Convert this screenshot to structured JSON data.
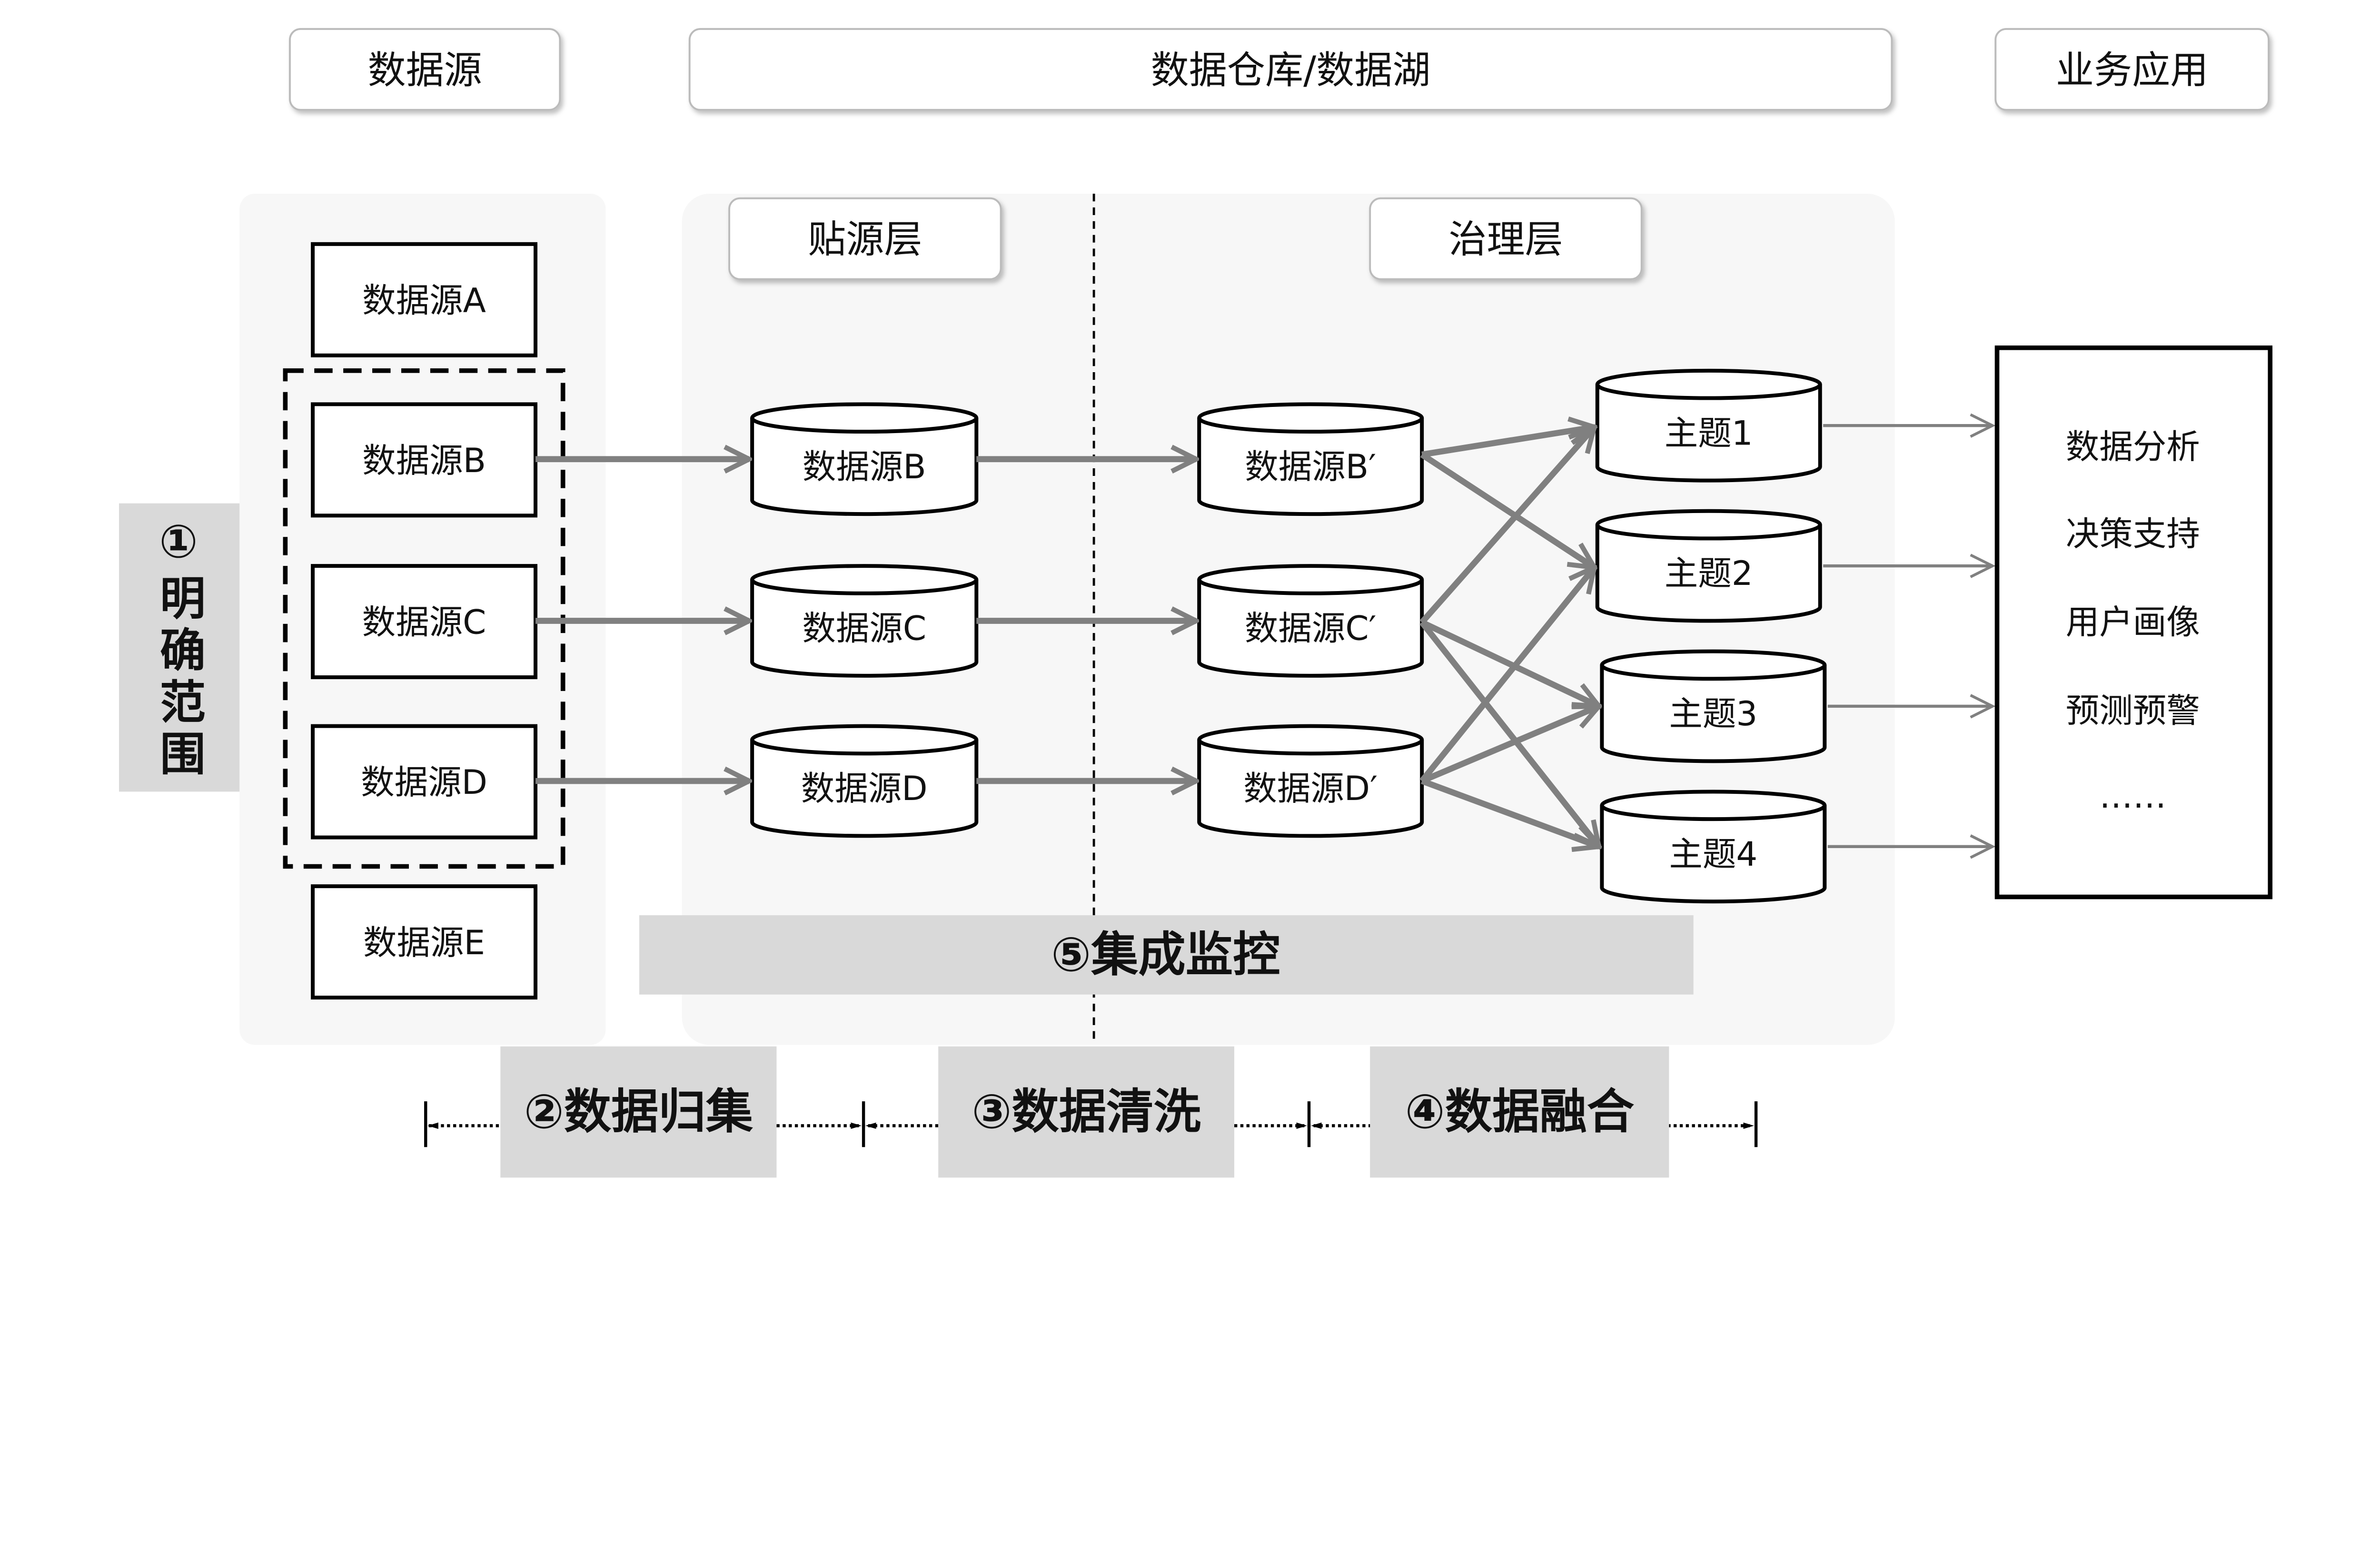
{
  "header": {
    "sources": "数据源",
    "warehouse": "数据仓库/数据湖",
    "apps": "业务应用"
  },
  "layers": {
    "staging": "贴源层",
    "governance": "治理层"
  },
  "sources": [
    "数据源A",
    "数据源B",
    "数据源C",
    "数据源D",
    "数据源E"
  ],
  "staging_tables": [
    "数据源B",
    "数据源C",
    "数据源D"
  ],
  "governed_tables": [
    "数据源B′",
    "数据源C′",
    "数据源D′"
  ],
  "topics": [
    "主题1",
    "主题2",
    "主题3",
    "主题4"
  ],
  "applications": [
    "数据分析",
    "决策支持",
    "用户画像",
    "预测预警",
    "……"
  ],
  "steps": {
    "scope": "①明确范围",
    "collect": "②数据归集",
    "clean": "③数据清洗",
    "merge": "④数据融合",
    "monitor": "⑤集成监控"
  },
  "colors": {
    "panel": "#f7f7f7",
    "step_fill": "#d9d9d9",
    "arrow": "#808080",
    "stroke": "#000000"
  }
}
